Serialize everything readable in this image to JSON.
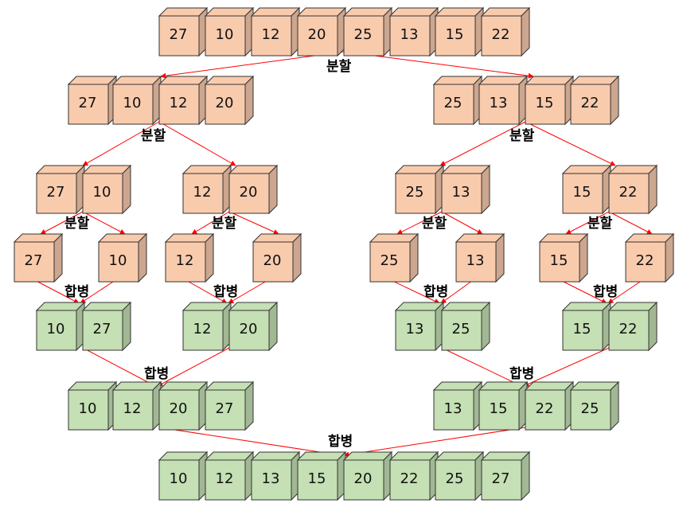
{
  "labels": {
    "split": "분할",
    "merge": "합병"
  },
  "colors": {
    "split_cube": "#f9cbad",
    "merge_cube": "#c5e0b4",
    "arrow": "#ff0000"
  },
  "levels": {
    "input": [
      "27",
      "10",
      "12",
      "20",
      "25",
      "13",
      "15",
      "22"
    ],
    "split1": [
      [
        "27",
        "10",
        "12",
        "20"
      ],
      [
        "25",
        "13",
        "15",
        "22"
      ]
    ],
    "split2": [
      [
        "27",
        "10"
      ],
      [
        "12",
        "20"
      ],
      [
        "25",
        "13"
      ],
      [
        "15",
        "22"
      ]
    ],
    "split3": [
      "27",
      "10",
      "12",
      "20",
      "25",
      "13",
      "15",
      "22"
    ],
    "merge1": [
      [
        "10",
        "27"
      ],
      [
        "12",
        "20"
      ],
      [
        "13",
        "25"
      ],
      [
        "15",
        "22"
      ]
    ],
    "merge2": [
      [
        "10",
        "12",
        "20",
        "27"
      ],
      [
        "13",
        "15",
        "22",
        "25"
      ]
    ],
    "output": [
      "10",
      "12",
      "13",
      "15",
      "20",
      "22",
      "25",
      "27"
    ]
  }
}
